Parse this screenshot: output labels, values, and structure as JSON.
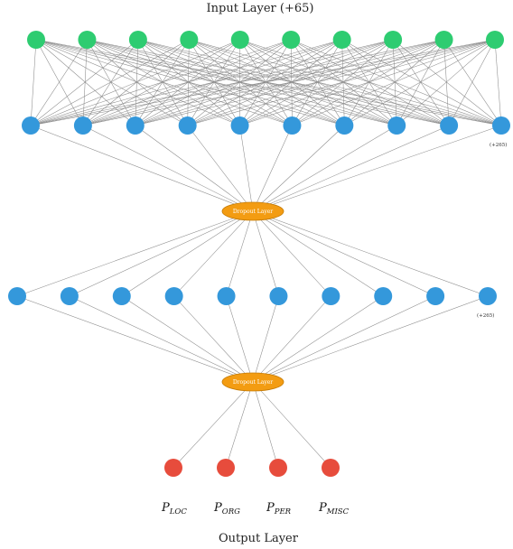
{
  "input_layer": {
    "title": "Input Layer (+65)",
    "node_count": 10,
    "color": "#2ecc71"
  },
  "hidden_layer_1": {
    "node_count": 10,
    "note": "(+265)",
    "color": "#3498db"
  },
  "dropout_1": {
    "label": "Dropout Layer",
    "color": "#f39c12"
  },
  "hidden_layer_2": {
    "node_count": 10,
    "note": "(+265)",
    "color": "#3498db"
  },
  "dropout_2": {
    "label": "Dropout Layer",
    "color": "#f39c12"
  },
  "output_layer": {
    "title": "Output Layer",
    "color": "#e74c3c",
    "nodes": [
      {
        "main": "P",
        "sub": "LOC"
      },
      {
        "main": "P",
        "sub": "ORG"
      },
      {
        "main": "P",
        "sub": "PER"
      },
      {
        "main": "P",
        "sub": "MISC"
      }
    ]
  }
}
